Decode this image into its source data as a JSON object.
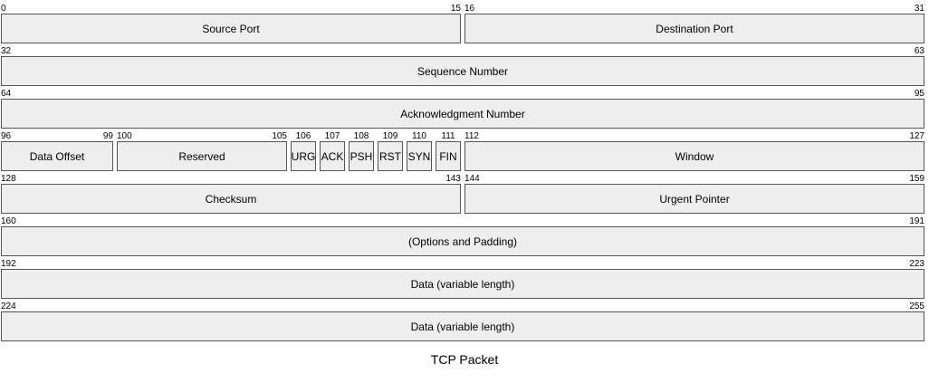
{
  "rows": [
    {
      "fields": [
        {
          "label": "Source Port",
          "start": "0",
          "end": "15"
        },
        {
          "label": "Destination Port",
          "start": "16",
          "end": "31"
        }
      ]
    },
    {
      "fields": [
        {
          "label": "Sequence Number",
          "start": "32",
          "end": "63"
        }
      ]
    },
    {
      "fields": [
        {
          "label": "Acknowledgment Number",
          "start": "64",
          "end": "95"
        }
      ]
    },
    {
      "fields": [
        {
          "label": "Data Offset",
          "start": "96",
          "end": "99"
        },
        {
          "label": "Reserved",
          "start": "100",
          "end": "105"
        },
        {
          "label": "URG",
          "bit": "106"
        },
        {
          "label": "ACK",
          "bit": "107"
        },
        {
          "label": "PSH",
          "bit": "108"
        },
        {
          "label": "RST",
          "bit": "109"
        },
        {
          "label": "SYN",
          "bit": "110"
        },
        {
          "label": "FIN",
          "bit": "111"
        },
        {
          "label": "Window",
          "start": "112",
          "end": "127"
        }
      ]
    },
    {
      "fields": [
        {
          "label": "Checksum",
          "start": "128",
          "end": "143"
        },
        {
          "label": "Urgent Pointer",
          "start": "144",
          "end": "159"
        }
      ]
    },
    {
      "fields": [
        {
          "label": "(Options and Padding)",
          "start": "160",
          "end": "191"
        }
      ]
    },
    {
      "fields": [
        {
          "label": "Data (variable length)",
          "start": "192",
          "end": "223"
        }
      ]
    },
    {
      "fields": [
        {
          "label": "Data (variable length)",
          "start": "224",
          "end": "255"
        }
      ]
    }
  ],
  "caption": "TCP Packet"
}
